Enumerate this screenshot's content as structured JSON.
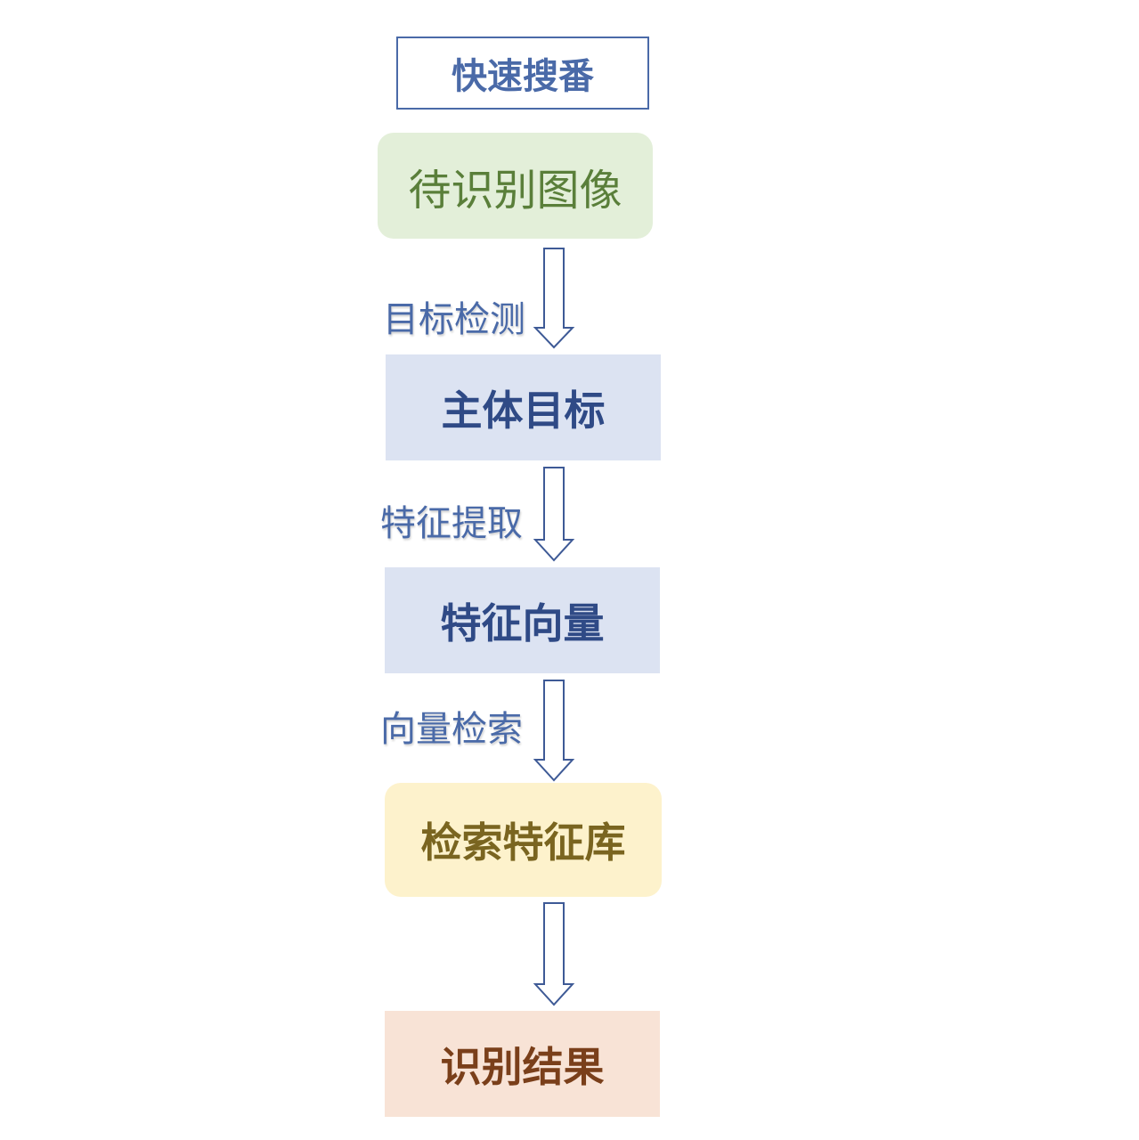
{
  "title": "快速搜番",
  "nodes": [
    {
      "id": "input",
      "label": "待识别图像"
    },
    {
      "id": "subject",
      "label": "主体目标"
    },
    {
      "id": "vector",
      "label": "特征向量"
    },
    {
      "id": "library",
      "label": "检索特征库"
    },
    {
      "id": "result",
      "label": "识别结果"
    }
  ],
  "edges": [
    {
      "from": "input",
      "to": "subject",
      "label": "目标检测"
    },
    {
      "from": "subject",
      "to": "vector",
      "label": "特征提取"
    },
    {
      "from": "vector",
      "to": "library",
      "label": "向量检索"
    },
    {
      "from": "library",
      "to": "result",
      "label": ""
    }
  ],
  "colors": {
    "title_text": "#4a6aa8",
    "title_border": "#4a6aa8",
    "input_fill": "#e3efd9",
    "input_text": "#5a7f3a",
    "subject_fill": "#dce3f2",
    "subject_text": "#2f4a86",
    "vector_fill": "#dce3f2",
    "vector_text": "#2f4a86",
    "library_fill": "#fdf2cc",
    "library_text": "#7a6520",
    "result_fill": "#f8e3d6",
    "result_text": "#7a3f1a",
    "edge_label": "#4a6aa8",
    "arrow_stroke": "#3e5a96"
  }
}
